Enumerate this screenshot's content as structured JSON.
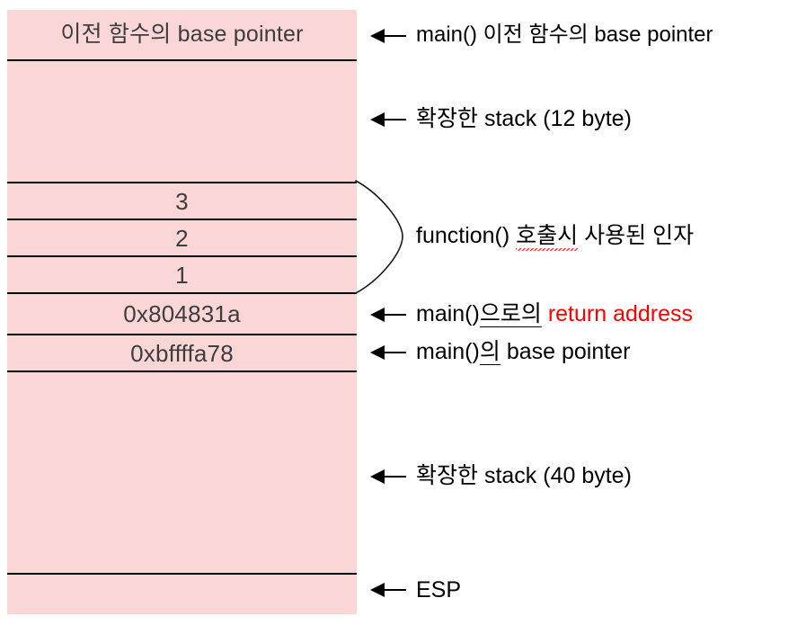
{
  "diagram": {
    "title": "function() stack frame layout",
    "colors": {
      "stack_fill": "#fbd6d6",
      "rule": "#000000",
      "cell_text": "#3d3d3d",
      "label_text": "#000000",
      "accent_red": "#ff0000"
    }
  },
  "stack": {
    "cells": [
      {
        "id": "prev-base-pointer",
        "value": "이전 함수의 base pointer"
      },
      {
        "id": "expanded-stack-12",
        "value": ""
      },
      {
        "id": "arg-3",
        "value": "3"
      },
      {
        "id": "arg-2",
        "value": "2"
      },
      {
        "id": "arg-1",
        "value": "1"
      },
      {
        "id": "return-address",
        "value": "0x804831a"
      },
      {
        "id": "saved-base-pointer",
        "value": "0xbffffa78"
      },
      {
        "id": "expanded-stack-40",
        "value": ""
      },
      {
        "id": "esp-slot",
        "value": ""
      }
    ]
  },
  "annotations": {
    "prev_base_pointer": "main() 이전 함수의 base pointer",
    "expanded_stack_12": "확장한 stack (12 byte)",
    "function_args": {
      "prefix": "function() ",
      "squiggly": "호출시",
      "suffix": " 사용된 인자"
    },
    "return_address": {
      "prefix": "main()",
      "underlined": "으로의",
      "red": "return address"
    },
    "saved_base_pointer": {
      "prefix": "main()",
      "underlined": "의",
      "suffix": "base pointer"
    },
    "expanded_stack_40": "확장한 stack (40 byte)",
    "esp": "ESP"
  }
}
